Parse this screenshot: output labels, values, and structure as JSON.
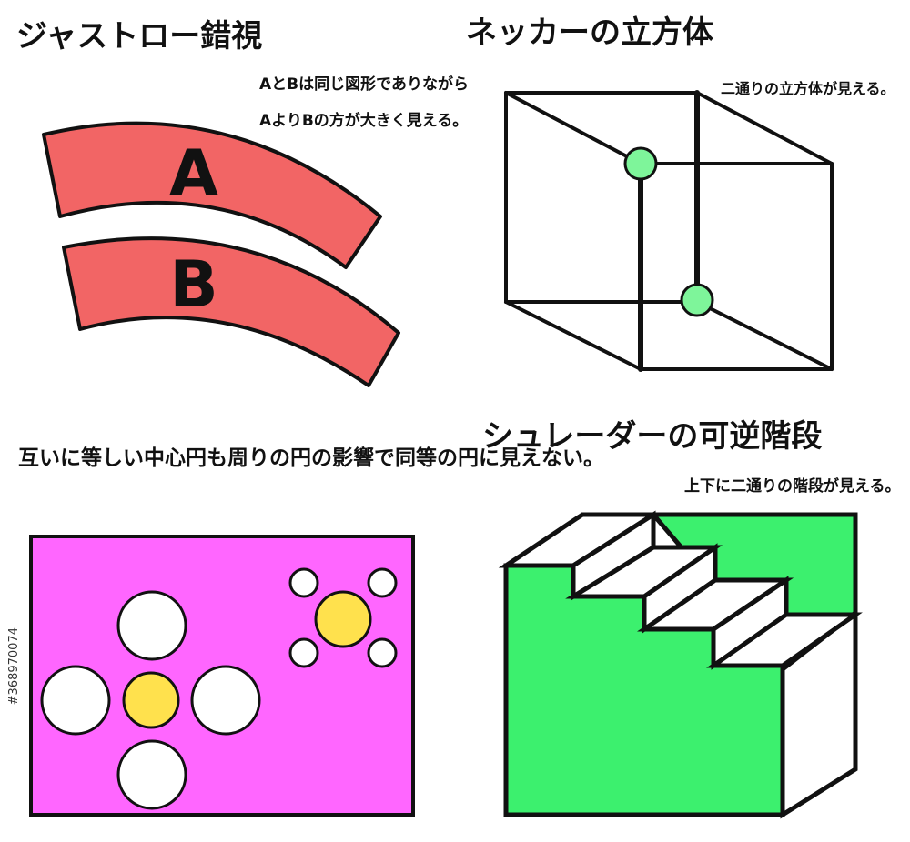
{
  "jastrow": {
    "title": "ジャストロー錯視",
    "note_line1": "AとBは同じ図形でありながら",
    "note_line2": "AよりBの方が大きく見える。",
    "label_a": "A",
    "label_b": "B",
    "fill": "#f26565"
  },
  "necker": {
    "title": "ネッカーの立方体",
    "note": "二通りの立方体が見える。",
    "dot_color": "#7ef59a"
  },
  "ebbinghaus": {
    "title": "互いに等しい中心円も周りの円の影響で同等の円に見えない。",
    "background": "#ff66ff",
    "center_color": "#ffe14d"
  },
  "schroeder": {
    "title": "シュレーダーの可逆階段",
    "note": "上下に二通りの階段が見える。",
    "fill": "#3cf06e"
  },
  "stock_id": "#368970074"
}
